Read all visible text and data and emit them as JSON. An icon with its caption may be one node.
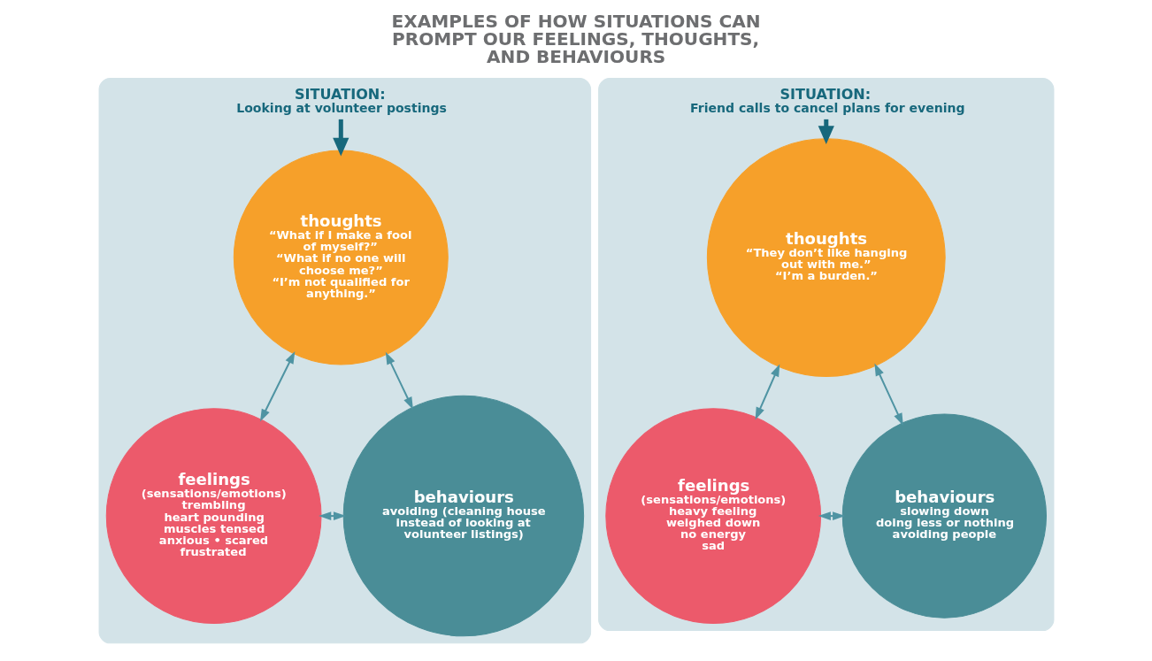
{
  "diagram": {
    "title": "EXAMPLES OF HOW SITUATIONS CAN PROMPT OUR FEELINGS, THOUGHTS, AND BEHAVIOURS",
    "nodes": [
      {
        "text": [],
        "shape": "triangle"
      },
      {
        "text": [
          "SITUATION:",
          "Looking at volunteer postings"
        ],
        "in": 0
      },
      {
        "text": [
          "thoughts",
          "“What if I make a fool of myself?”",
          "“What if no one will choose me?”",
          "“I’m not qualified for anything.”"
        ],
        "in": 0
      },
      {
        "text": [
          "feelings",
          "(sensations/emotions)",
          "trembling",
          "heart pounding",
          "muscles tensed",
          "anxious • scared",
          "frustrated"
        ],
        "in": 0
      },
      {
        "text": [
          "behaviours",
          "avoiding (cleaning house instead of looking at volunteer listings)"
        ],
        "in": 0
      },
      {
        "text": [],
        "shape": "triangle"
      },
      {
        "text": [
          "SITUATION:",
          "Friend calls to cancel plans for evening"
        ],
        "in": 5
      },
      {
        "text": [
          "thoughts",
          "“They don’t like hanging out with me.”",
          "“I’m a burden.”"
        ],
        "in": 5
      },
      {
        "text": [
          "feelings",
          "(sensations/emotions)",
          "heavy feeling",
          "weighed down",
          "no energy",
          "sad"
        ],
        "in": 5
      },
      {
        "text": [
          "behaviours",
          "slowing down",
          "doing less or nothing",
          "avoiding people"
        ],
        "in": 5
      }
    ],
    "edges": [
      {
        "from": 1,
        "to": 2,
        "arrow": "to",
        "style": "thick",
        "color": "#17687c"
      },
      {
        "from": 2,
        "to": 3,
        "arrow": "both"
      },
      {
        "from": 2,
        "to": 4,
        "arrow": "both"
      },
      {
        "from": 3,
        "to": 4,
        "arrow": "both"
      },
      {
        "from": 6,
        "to": 7,
        "arrow": "to",
        "style": "thick",
        "color": "#17687c"
      },
      {
        "from": 7,
        "to": 8,
        "arrow": "both"
      },
      {
        "from": 7,
        "to": 9,
        "arrow": "both"
      },
      {
        "from": 8,
        "to": 9,
        "arrow": "both"
      }
    ]
  }
}
